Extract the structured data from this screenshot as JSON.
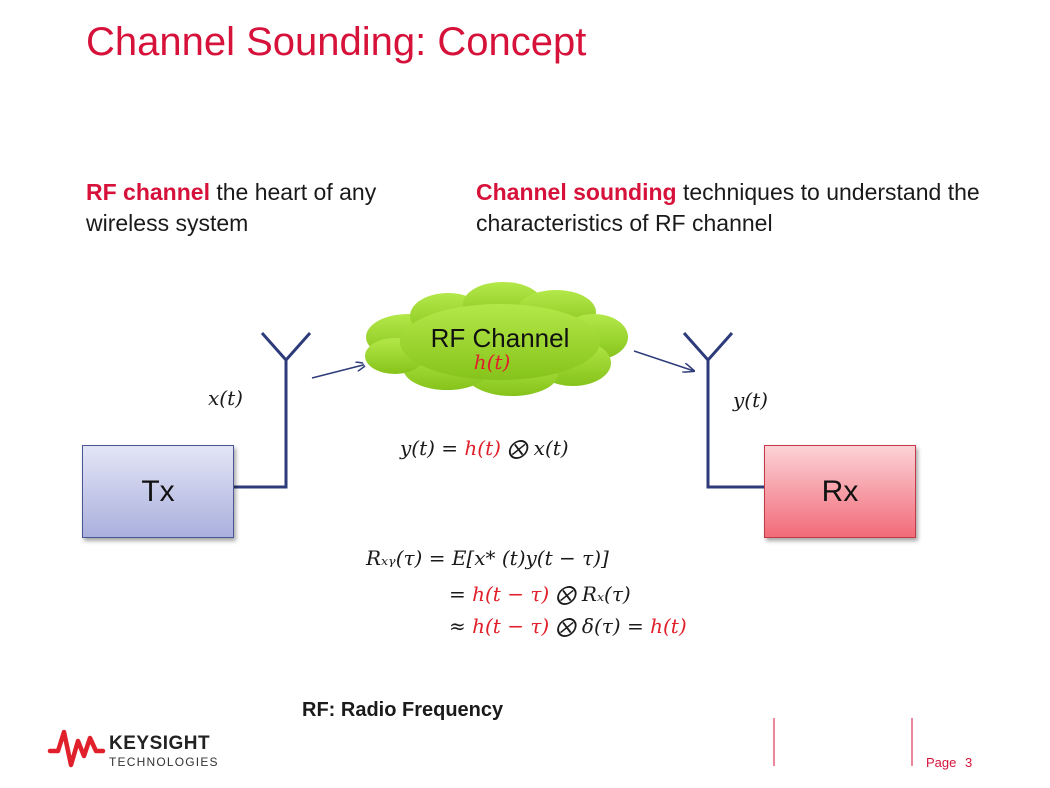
{
  "title": "Channel Sounding: Concept",
  "left_text": {
    "highlight": "RF channel",
    "rest": " the heart of any wireless system"
  },
  "right_text": {
    "highlight": "Channel sounding",
    "rest": " techniques to understand the characteristics of RF channel"
  },
  "cloud": {
    "label": "RF Channel",
    "math": "h(t)"
  },
  "signals": {
    "input": "x(t)",
    "output": "y(t)"
  },
  "tx_label": "Tx",
  "rx_label": "Rx",
  "equation_main": {
    "lhs": "y(t) = ",
    "h": "h(t)",
    "rest": " ⨂ x(t)"
  },
  "correlation": {
    "line1": "Rₓᵧ(τ) = E[x* (t)y(t − τ)]",
    "line2_eq": "= ",
    "line2_red": "h(t − τ)",
    "line2_rest": " ⨂ Rₓ(τ)",
    "line3_eq": "≈ ",
    "line3_red": "h(t − τ)",
    "line3_rest": " ⨂ δ(τ) = ",
    "line3_red2": "h(t)"
  },
  "footnote": "RF: Radio Frequency",
  "logo": {
    "name": "KEYSIGHT",
    "sub": "TECHNOLOGIES"
  },
  "page": {
    "label": "Page",
    "number": "3"
  },
  "colors": {
    "accent": "#d7123a",
    "tx_fill": "#aab0dd",
    "rx_fill": "#f26b79",
    "cloud": "#9ed62a",
    "arrow": "#2d3b7a"
  }
}
